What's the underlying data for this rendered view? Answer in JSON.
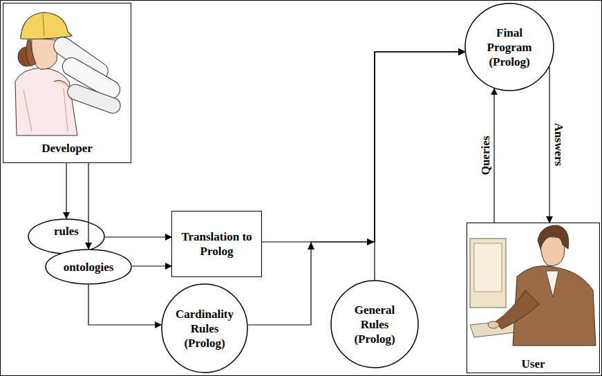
{
  "diagram": {
    "nodes": [
      {
        "text": [
          "Developer"
        ]
      },
      {
        "text": [
          "rules"
        ]
      },
      {
        "text": [
          "ontologies"
        ]
      },
      {
        "text": [
          "Translation to Prolog"
        ]
      },
      {
        "text": [
          "Cardinality Rules (Prolog)"
        ]
      },
      {
        "text": [
          "General Rules (Prolog)"
        ]
      },
      {
        "text": [
          "Final Program (Prolog)"
        ]
      },
      {
        "text": [
          "User"
        ]
      }
    ],
    "edges": [
      {
        "from": 0,
        "to": 1,
        "arrow": "to"
      },
      {
        "from": 0,
        "to": 2,
        "arrow": "to"
      },
      {
        "from": 1,
        "to": 3,
        "arrow": "to"
      },
      {
        "from": 2,
        "to": 3,
        "arrow": "to"
      },
      {
        "from": 2,
        "to": 4,
        "arrow": "to"
      },
      {
        "from": 3,
        "to": 6,
        "arrow": "to"
      },
      {
        "from": 4,
        "to": 6,
        "arrow": "to"
      },
      {
        "from": 5,
        "to": 6,
        "arrow": "to"
      },
      {
        "from": 7,
        "to": 6,
        "label": "Queries",
        "arrow": "to"
      },
      {
        "from": 6,
        "to": 7,
        "label": "Answers",
        "arrow": "to"
      }
    ]
  }
}
